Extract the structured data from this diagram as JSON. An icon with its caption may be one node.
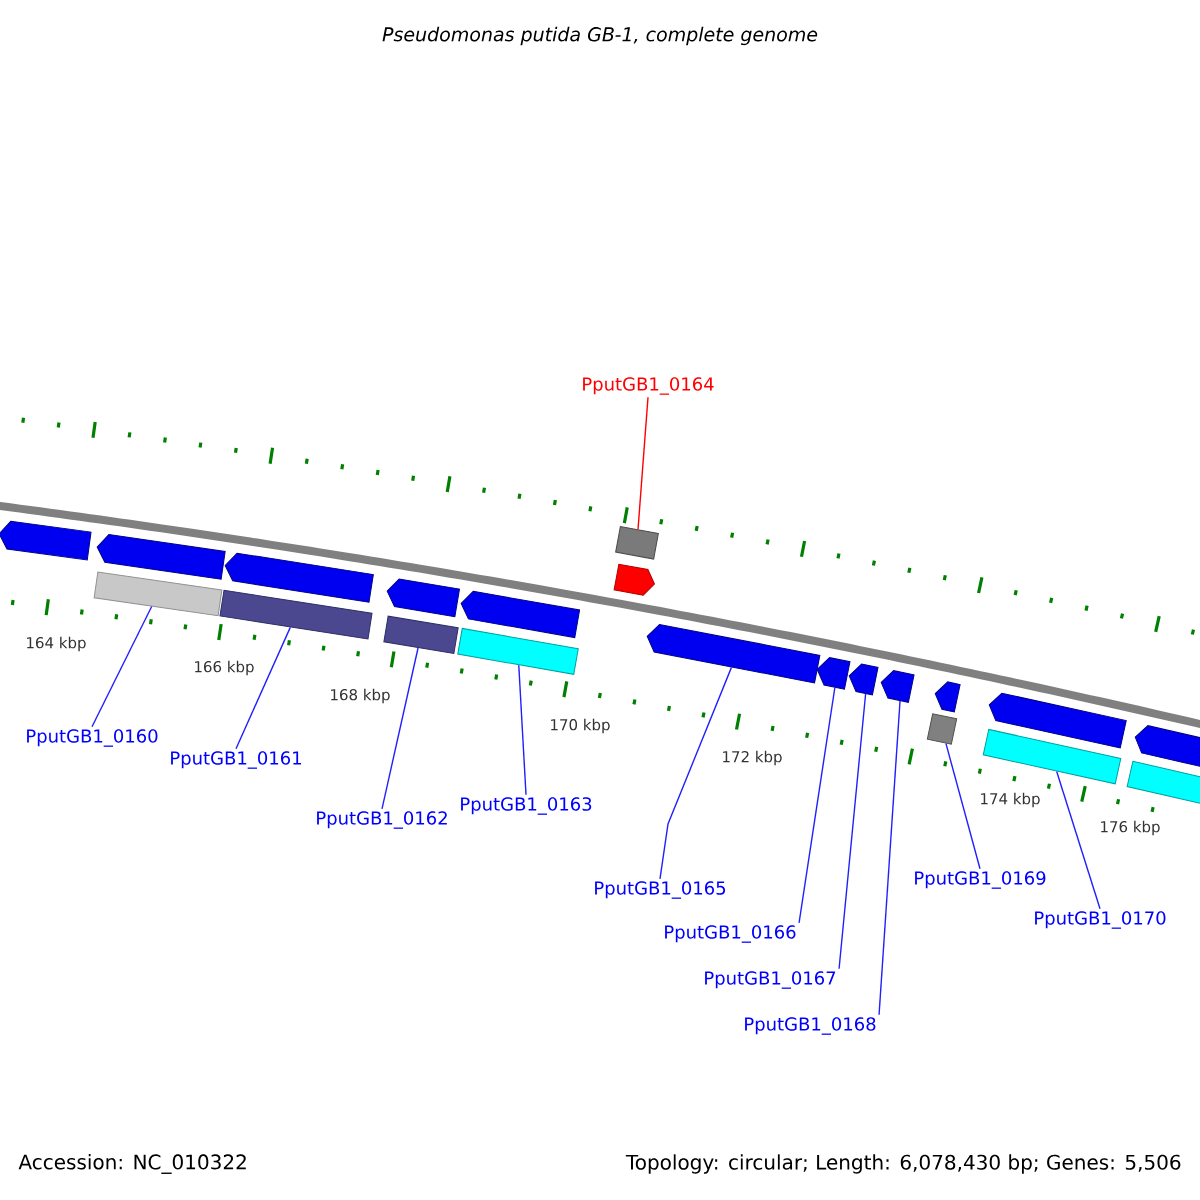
{
  "diagram": {
    "title": "Pseudomonas putida GB-1, complete genome",
    "nodes": [
      {
        "text": [
          "PputGB1_0164"
        ]
      },
      {
        "text": [
          "PputGB1_0160"
        ]
      },
      {
        "text": [
          "PputGB1_0161"
        ]
      },
      {
        "text": [
          "PputGB1_0162"
        ]
      },
      {
        "text": [
          "PputGB1_0163"
        ]
      },
      {
        "text": [
          "PputGB1_0165"
        ]
      },
      {
        "text": [
          "PputGB1_0166"
        ]
      },
      {
        "text": [
          "PputGB1_0167"
        ]
      },
      {
        "text": [
          "PputGB1_0168"
        ]
      },
      {
        "text": [
          "PputGB1_0169"
        ]
      },
      {
        "text": [
          "PputGB1_0170"
        ]
      },
      {
        "text": [],
        "shape": "box"
      },
      {
        "text": [],
        "shape": "box"
      },
      {
        "text": [],
        "shape": "box"
      },
      {
        "text": [],
        "shape": "box"
      },
      {
        "text": [],
        "shape": "box"
      },
      {
        "text": [],
        "shape": "arrow"
      },
      {
        "text": [],
        "shape": "arrow"
      },
      {
        "text": [],
        "shape": "arrow"
      },
      {
        "text": [],
        "shape": "arrow"
      },
      {
        "text": [],
        "shape": "box"
      },
      {
        "text": [],
        "shape": "box"
      },
      {
        "text": [],
        "shape": "arrow"
      },
      {
        "text": [],
        "shape": "arrow"
      },
      {
        "text": [],
        "shape": "arrow"
      },
      {
        "text": [],
        "shape": "arrow"
      },
      {
        "text": [],
        "shape": "arrow"
      },
      {
        "text": [],
        "shape": "arrow"
      },
      {
        "text": [],
        "shape": "arrow"
      },
      {
        "text": [],
        "shape": "arrow"
      },
      {
        "text": [],
        "shape": "box"
      },
      {
        "text": [],
        "shape": "arrow"
      }
    ],
    "edges": [
      {
        "from": 0,
        "to": 11,
        "arrow": "none",
        "color": "#ff0000"
      },
      {
        "from": 1,
        "to": 12,
        "arrow": "none"
      },
      {
        "from": 2,
        "to": 13,
        "arrow": "none"
      },
      {
        "from": 3,
        "to": 14,
        "arrow": "none"
      },
      {
        "from": 4,
        "to": 15,
        "arrow": "none"
      },
      {
        "from": 5,
        "to": 16,
        "arrow": "none"
      },
      {
        "from": 6,
        "to": 17,
        "arrow": "none"
      },
      {
        "from": 7,
        "to": 18,
        "arrow": "none"
      },
      {
        "from": 8,
        "to": 19,
        "arrow": "none"
      },
      {
        "from": 9,
        "to": 20,
        "arrow": "none"
      },
      {
        "from": 10,
        "to": 21,
        "arrow": "none"
      }
    ],
    "labels": [
      "164 kbp",
      "166 kbp",
      "168 kbp",
      "170 kbp",
      "172 kbp",
      "174 kbp",
      "176 kbp",
      "Accession: NC_010322",
      "Topology: circular; Length: 6,078,430 bp; Genes: 5,506"
    ]
  }
}
